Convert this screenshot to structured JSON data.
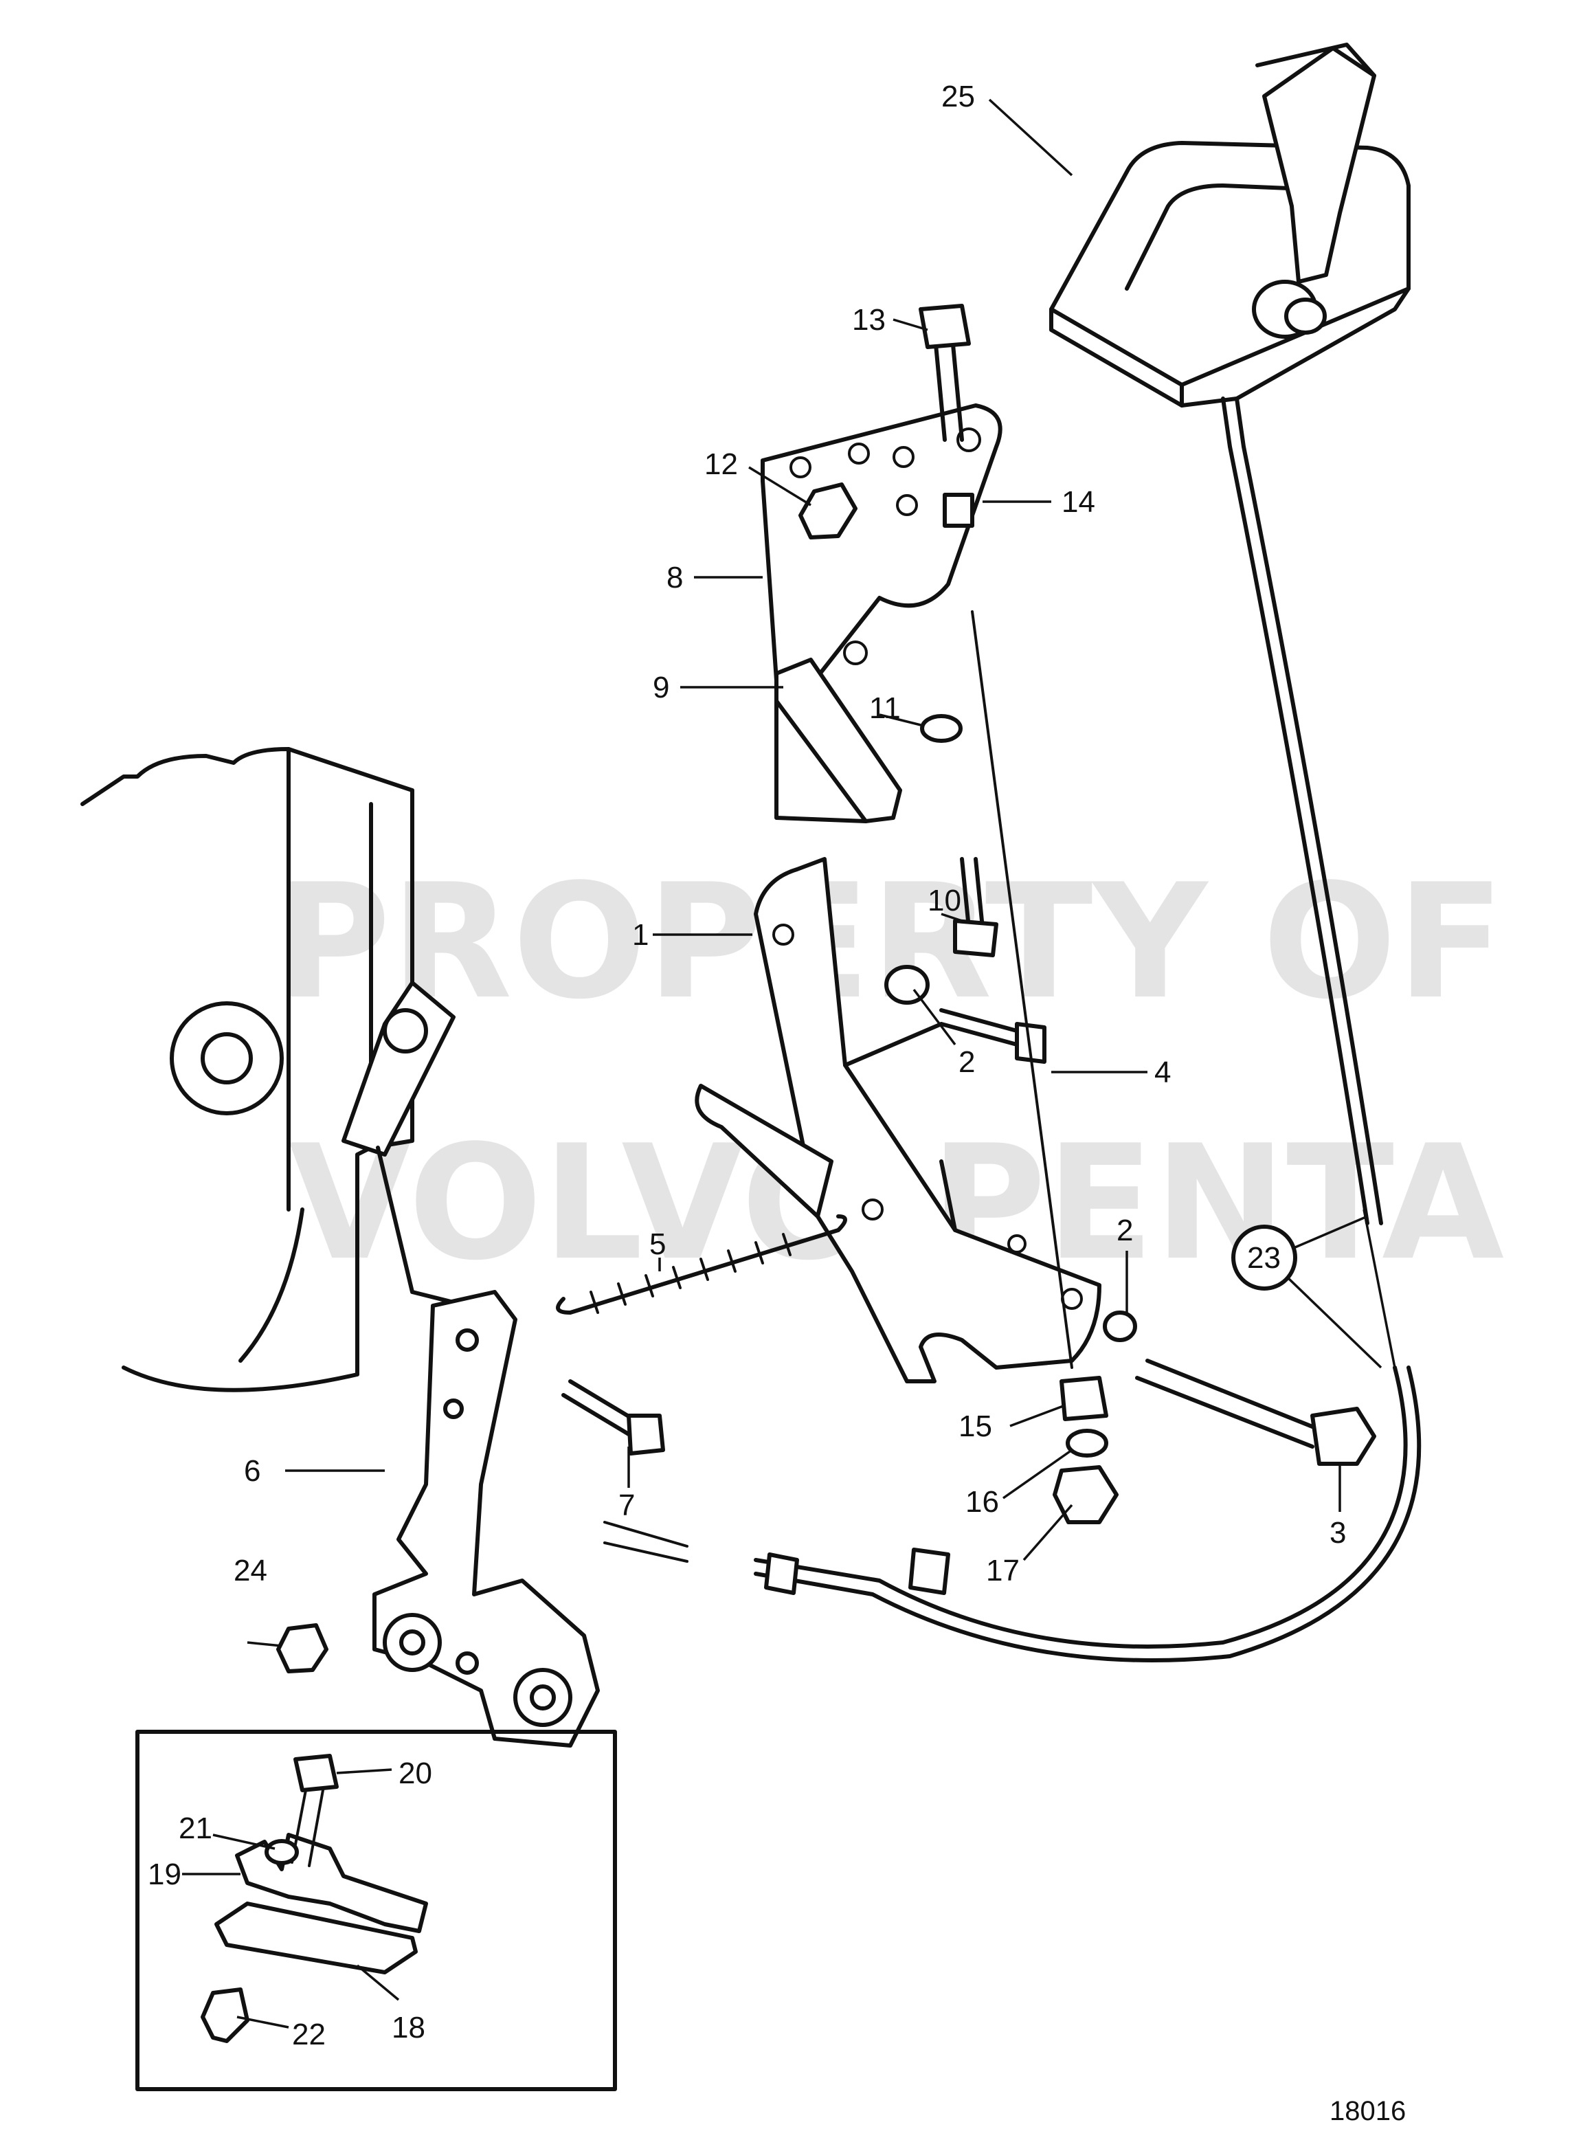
{
  "watermark": {
    "line1": "PROPERTY OF",
    "line2": "VOLVO PENTA"
  },
  "figure_number": "18016",
  "callouts": {
    "c1": "1",
    "c2a": "2",
    "c2b": "2",
    "c3": "3",
    "c4": "4",
    "c5": "5",
    "c6": "6",
    "c7": "7",
    "c8": "8",
    "c9": "9",
    "c10": "10",
    "c11": "11",
    "c12": "12",
    "c13": "13",
    "c14": "14",
    "c15": "15",
    "c16": "16",
    "c17": "17",
    "c18": "18",
    "c19": "19",
    "c20": "20",
    "c21": "21",
    "c22": "22",
    "c23": "23",
    "c24": "24",
    "c25": "25"
  }
}
